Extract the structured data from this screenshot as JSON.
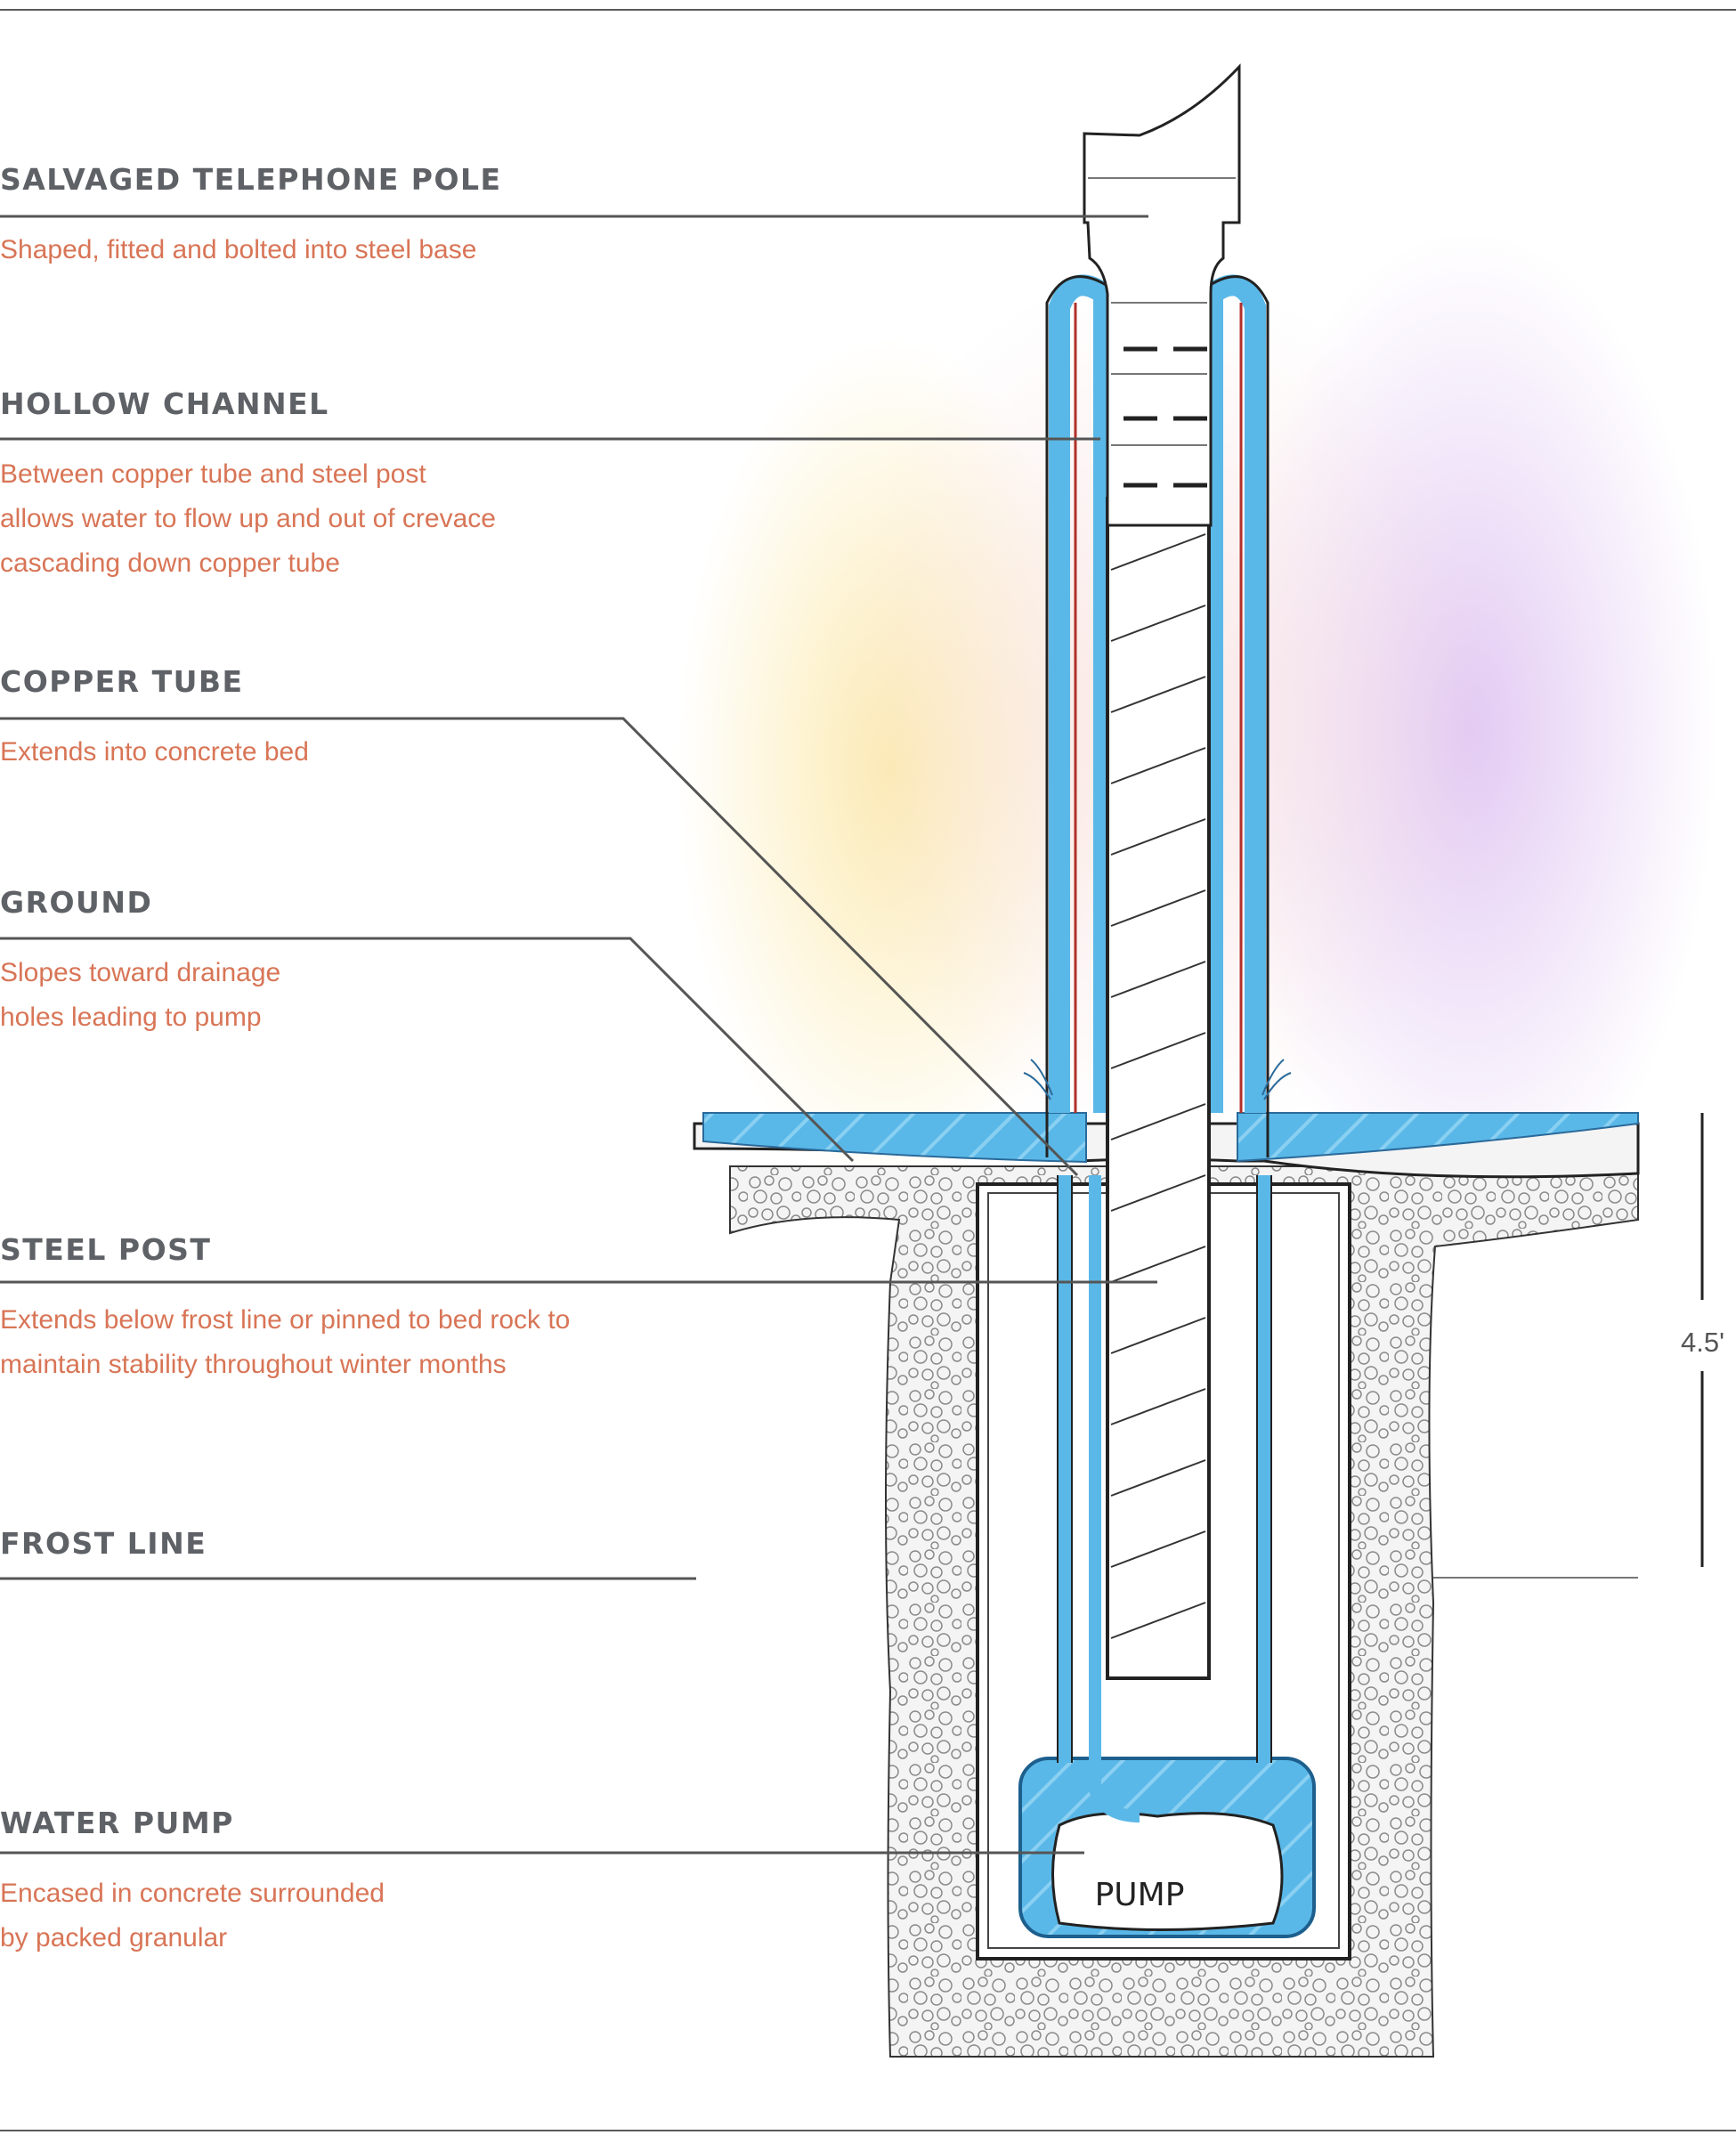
{
  "annotations": [
    {
      "title": "SALVAGED TELEPHONE POLE",
      "lines": [
        "Shaped, fitted and bolted into steel base"
      ]
    },
    {
      "title": "HOLLOW CHANNEL",
      "lines": [
        "Between copper tube and steel post",
        "allows water to flow up and out of crevace",
        "cascading down copper tube"
      ]
    },
    {
      "title": "COPPER TUBE",
      "lines": [
        "Extends into concrete bed"
      ]
    },
    {
      "title": "GROUND",
      "lines": [
        "Slopes toward drainage",
        "holes leading to pump"
      ]
    },
    {
      "title": "STEEL POST",
      "lines": [
        "Extends below frost line or pinned to bed rock to",
        "maintain stability throughout winter months"
      ]
    },
    {
      "title": "FROST LINE",
      "lines": []
    },
    {
      "title": "WATER PUMP",
      "lines": [
        "Encased in concrete surrounded",
        "by packed granular"
      ]
    }
  ],
  "pump_label": "PUMP",
  "dimension_label": "4.5'",
  "colors": {
    "title_gray": "#5e6166",
    "desc_orange": "#d87556",
    "water_blue": "#5ab8e8",
    "copper_red": "#b0302a"
  }
}
